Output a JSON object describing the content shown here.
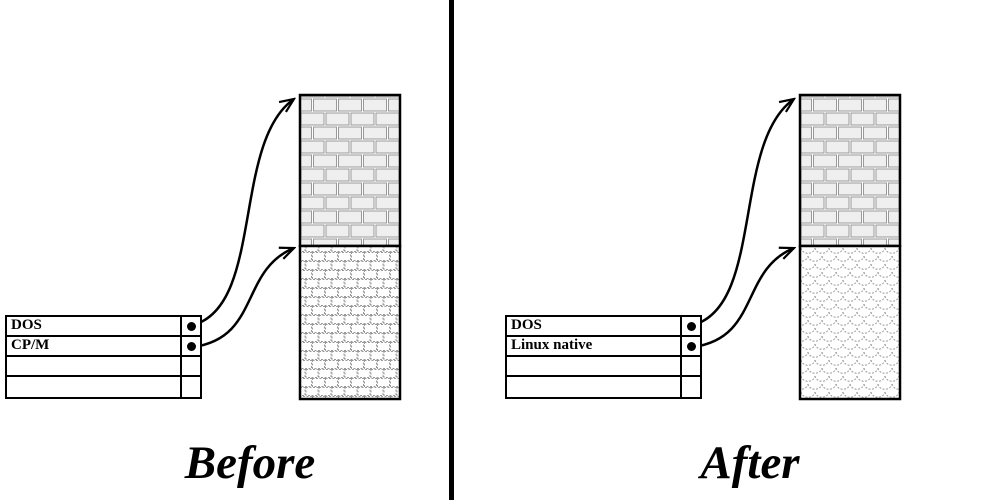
{
  "colors": {
    "ink": "#000000",
    "pattern_line": "#999999",
    "brick_fill": "#efefef",
    "background": "#ffffff"
  },
  "panels": {
    "before": {
      "caption": "Before",
      "partition_table": {
        "rows": [
          {
            "label": "DOS",
            "has_pointer": true
          },
          {
            "label": "CP/M",
            "has_pointer": true
          },
          {
            "label": "",
            "has_pointer": false
          },
          {
            "label": "",
            "has_pointer": false
          }
        ]
      },
      "disk": {
        "top_section": "brick",
        "bottom_section": "small-brick"
      }
    },
    "after": {
      "caption": "After",
      "partition_table": {
        "rows": [
          {
            "label": "DOS",
            "has_pointer": true
          },
          {
            "label": "Linux native",
            "has_pointer": true
          },
          {
            "label": "",
            "has_pointer": false
          },
          {
            "label": "",
            "has_pointer": false
          }
        ]
      },
      "disk": {
        "top_section": "brick",
        "bottom_section": "fish-scale"
      }
    }
  }
}
